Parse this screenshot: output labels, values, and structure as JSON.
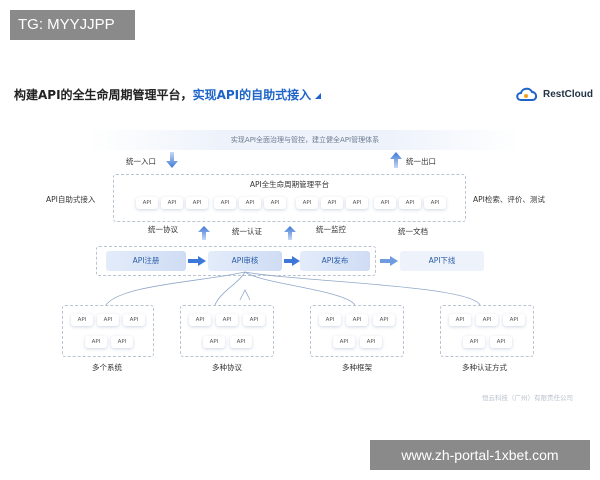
{
  "watermark_top": "TG: MYYJJPP",
  "watermark_bottom": "www.zh-portal-1xbet.com",
  "header": {
    "title_prefix": "构建API的全生命周期管理平台，",
    "title_accent": "实现API的自助式接入",
    "logo_text": "RestCloud"
  },
  "banner": "实现API全面治理与管控，建立健全API管理体系",
  "entry_label": "统一入口",
  "exit_label": "统一出口",
  "left_label": "API自助式接入",
  "right_label": "API检索、评价、测试",
  "platform": {
    "title": "API全生命周期管理平台",
    "groups": [
      {
        "label": "统一协议",
        "chips": [
          "API",
          "API",
          "API"
        ]
      },
      {
        "label": "统一认证",
        "chips": [
          "API",
          "API",
          "API"
        ]
      },
      {
        "label": "统一监控",
        "chips": [
          "API",
          "API",
          "API"
        ]
      },
      {
        "label": "统一文档",
        "chips": [
          "API",
          "API",
          "API"
        ]
      }
    ]
  },
  "flow": {
    "steps": [
      "API注册",
      "API审核",
      "API发布"
    ],
    "final": "API下线"
  },
  "bottom_groups": [
    {
      "label": "多个系统",
      "chips": [
        "API",
        "API",
        "API",
        "API",
        "API"
      ]
    },
    {
      "label": "多种协议",
      "chips": [
        "API",
        "API",
        "API",
        "API",
        "API"
      ]
    },
    {
      "label": "多种框架",
      "chips": [
        "API",
        "API",
        "API",
        "API",
        "API"
      ]
    },
    {
      "label": "多种认证方式",
      "chips": [
        "API",
        "API",
        "API",
        "API",
        "API"
      ]
    }
  ],
  "footer_note": "恒云科技（广州）有限责任公司",
  "colors": {
    "accent": "#1e64c8",
    "watermark_bg": "#8a8a8a"
  }
}
